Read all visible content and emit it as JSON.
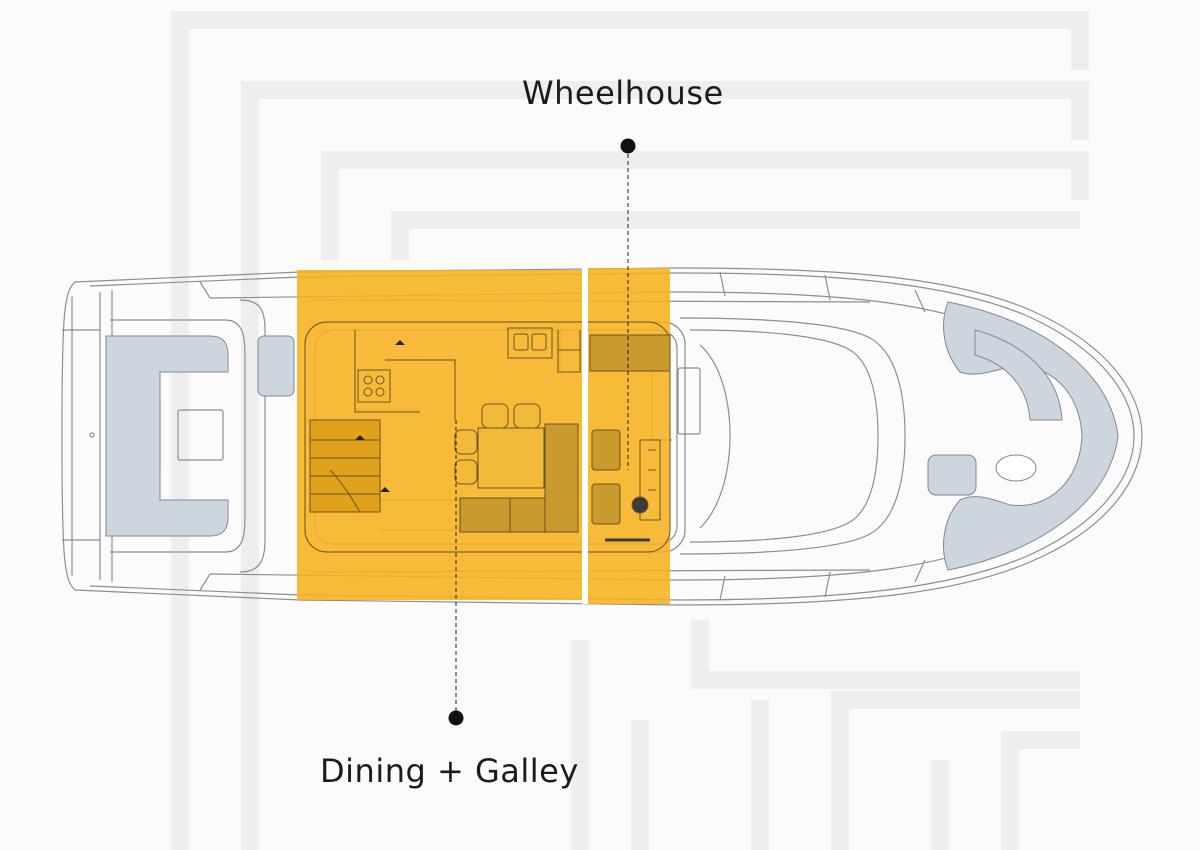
{
  "labels": {
    "wheelhouse": "Wheelhouse",
    "dining_galley": "Dining + Galley"
  },
  "zones": {
    "dining_galley": {
      "name": "Dining + Galley",
      "highlight": "#f6b01e"
    },
    "wheelhouse": {
      "name": "Wheelhouse",
      "highlight": "#f6b01e"
    }
  },
  "colors": {
    "background": "#fbfbfc",
    "hull_line": "#8b8e93",
    "cushion": "#cdd6df",
    "highlight": "#f6b01e",
    "leader": "#222222"
  }
}
